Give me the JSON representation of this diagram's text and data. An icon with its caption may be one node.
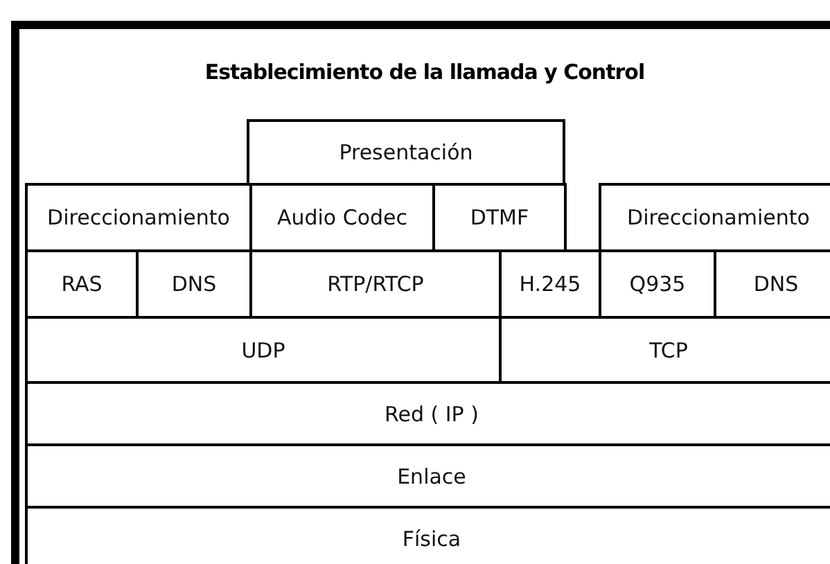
{
  "diagram": {
    "nodes": [
      {
        "text": [
          "Establecimiento de la llamada y Control"
        ]
      },
      {
        "text": [
          "Presentación"
        ],
        "in": 0
      },
      {
        "text": [
          "Direccionamiento"
        ],
        "in": 0
      },
      {
        "text": [
          "Audio Codec"
        ],
        "in": 0
      },
      {
        "text": [
          "DTMF"
        ],
        "in": 0
      },
      {
        "text": [
          "Direccionamiento"
        ],
        "in": 0
      },
      {
        "text": [
          "RAS"
        ],
        "in": 0
      },
      {
        "text": [
          "DNS"
        ],
        "in": 0
      },
      {
        "text": [
          "RTP/RTCP"
        ],
        "in": 0
      },
      {
        "text": [
          "H.245"
        ],
        "in": 0
      },
      {
        "text": [
          "Q935"
        ],
        "in": 0
      },
      {
        "text": [
          "DNS"
        ],
        "in": 0
      },
      {
        "text": [
          "UDP"
        ],
        "in": 0
      },
      {
        "text": [
          "TCP"
        ],
        "in": 0
      },
      {
        "text": [
          "Red ( IP )"
        ],
        "in": 0
      },
      {
        "text": [
          "Enlace"
        ],
        "in": 0
      },
      {
        "text": [
          "Física"
        ],
        "in": 0
      }
    ]
  }
}
